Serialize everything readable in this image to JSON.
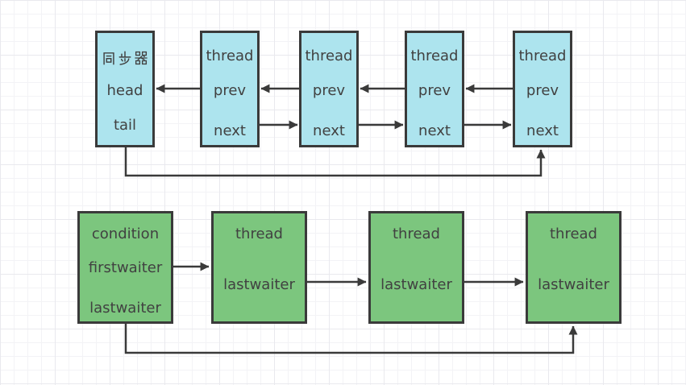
{
  "sync_queue": {
    "node_fill": "#ade4ee",
    "head_node": {
      "rows": [
        "同步器",
        "head",
        "tail"
      ]
    },
    "thread_nodes": [
      {
        "rows": [
          "thread",
          "prev",
          "next"
        ]
      },
      {
        "rows": [
          "thread",
          "prev",
          "next"
        ]
      },
      {
        "rows": [
          "thread",
          "prev",
          "next"
        ]
      },
      {
        "rows": [
          "thread",
          "prev",
          "next"
        ]
      }
    ]
  },
  "condition_queue": {
    "node_fill": "#7cc67e",
    "condition_node": {
      "rows": [
        "condition",
        "firstwaiter",
        "lastwaiter"
      ]
    },
    "thread_nodes": [
      {
        "rows": [
          "thread",
          "lastwaiter"
        ]
      },
      {
        "rows": [
          "thread",
          "lastwaiter"
        ]
      },
      {
        "rows": [
          "thread",
          "lastwaiter"
        ]
      }
    ]
  },
  "colors": {
    "node_border": "#3a3a3a",
    "arrow": "#3a3a3a",
    "text": "#414141",
    "grid_minor": "#f3f3f6",
    "grid_major": "#e9e9ee"
  }
}
